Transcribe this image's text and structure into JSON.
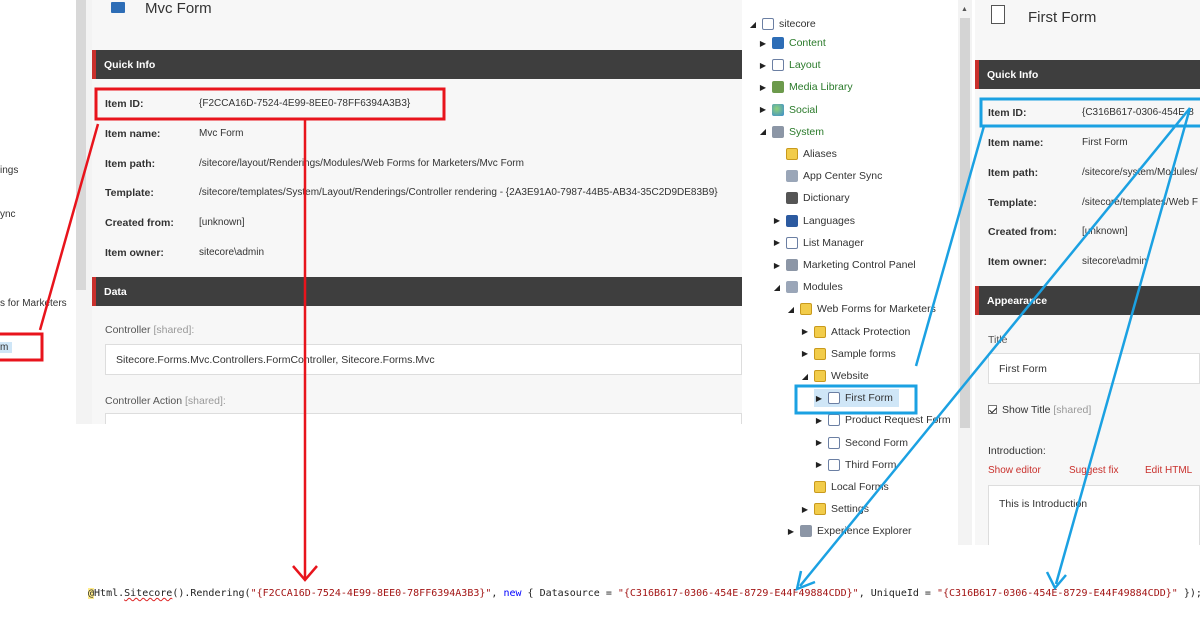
{
  "left_tree_fragments": [
    "ings",
    "ync",
    "s for Marketers",
    "m"
  ],
  "left_panel": {
    "title": "Mvc Form",
    "quick_info_header": "Quick Info",
    "item_id_label": "Item ID:",
    "item_id_value": "{F2CCA16D-7524-4E99-8EE0-78FF6394A3B3}",
    "item_name_label": "Item name:",
    "item_name_value": "Mvc Form",
    "item_path_label": "Item path:",
    "item_path_value": "/sitecore/layout/Renderings/Modules/Web Forms for Marketers/Mvc Form",
    "template_label": "Template:",
    "template_value": "/sitecore/templates/System/Layout/Renderings/Controller rendering - {2A3E91A0-7987-44B5-AB34-35C2D9DE83B9}",
    "created_from_label": "Created from:",
    "created_from_value": "[unknown]",
    "item_owner_label": "Item owner:",
    "item_owner_value": "sitecore\\admin",
    "data_header": "Data",
    "controller_label": "Controller",
    "controller_shared": "[shared]:",
    "controller_value": "Sitecore.Forms.Mvc.Controllers.FormController, Sitecore.Forms.Mvc",
    "controller_action_label": "Controller Action",
    "controller_action_shared": "[shared]:"
  },
  "tree": {
    "root": "sitecore",
    "items": [
      {
        "label": "Content",
        "icon": "content-icon",
        "level": 1,
        "arrow": "▶"
      },
      {
        "label": "Layout",
        "icon": "layout-icon",
        "level": 1,
        "arrow": "▶"
      },
      {
        "label": "Media Library",
        "icon": "media-library-icon",
        "level": 1,
        "arrow": "▶"
      },
      {
        "label": "Social",
        "icon": "social-icon",
        "level": 1,
        "arrow": "▶"
      },
      {
        "label": "System",
        "icon": "system-icon",
        "level": 1,
        "arrow": "◢"
      },
      {
        "label": "Aliases",
        "icon": "folder-icon",
        "level": 2,
        "arrow": ""
      },
      {
        "label": "App Center Sync",
        "icon": "app-center-icon",
        "level": 2,
        "arrow": ""
      },
      {
        "label": "Dictionary",
        "icon": "dictionary-icon",
        "level": 2,
        "arrow": ""
      },
      {
        "label": "Languages",
        "icon": "languages-icon",
        "level": 2,
        "arrow": "▶"
      },
      {
        "label": "List Manager",
        "icon": "page-icon",
        "level": 2,
        "arrow": "▶"
      },
      {
        "label": "Marketing Control Panel",
        "icon": "marketing-icon",
        "level": 2,
        "arrow": "▶"
      },
      {
        "label": "Modules",
        "icon": "modules-icon",
        "level": 2,
        "arrow": "◢"
      },
      {
        "label": "Web Forms for Marketers",
        "icon": "folder-icon",
        "level": 3,
        "arrow": "◢"
      },
      {
        "label": "Attack Protection",
        "icon": "folder-icon",
        "level": 4,
        "arrow": "▶"
      },
      {
        "label": "Sample forms",
        "icon": "folder-icon",
        "level": 4,
        "arrow": "▶"
      },
      {
        "label": "Website",
        "icon": "folder-icon",
        "level": 4,
        "arrow": "◢"
      },
      {
        "label": "First Form",
        "icon": "form-icon",
        "level": 5,
        "arrow": "▶",
        "selected": true
      },
      {
        "label": "Product Request Form",
        "icon": "form-icon",
        "level": 5,
        "arrow": "▶"
      },
      {
        "label": "Second Form",
        "icon": "form-icon",
        "level": 5,
        "arrow": "▶"
      },
      {
        "label": "Third Form",
        "icon": "form-icon",
        "level": 5,
        "arrow": "▶"
      },
      {
        "label": "Local Forms",
        "icon": "folder-icon",
        "level": 4,
        "arrow": ""
      },
      {
        "label": "Settings",
        "icon": "folder-icon",
        "level": 4,
        "arrow": "▶"
      },
      {
        "label": "Experience Explorer",
        "icon": "experience-explorer-icon",
        "level": 3,
        "arrow": "▶"
      }
    ]
  },
  "right_panel": {
    "title": "First Form",
    "quick_info_header": "Quick Info",
    "item_id_label": "Item ID:",
    "item_id_value": "{C316B617-0306-454E-8",
    "item_name_label": "Item name:",
    "item_name_value": "First Form",
    "item_path_label": "Item path:",
    "item_path_value": "/sitecore/system/Modules/",
    "template_label": "Template:",
    "template_value": "/sitecore/templates/Web F",
    "created_from_label": "Created from:",
    "created_from_value": "[unknown]",
    "item_owner_label": "Item owner:",
    "item_owner_value": "sitecore\\admin",
    "appearance_header": "Appearance",
    "title_label": "Title",
    "title_value": "First Form",
    "show_title_label": "Show Title",
    "show_title_shared": "[shared]",
    "introduction_label": "Introduction:",
    "show_editor": "Show editor",
    "suggest_fix": "Suggest fix",
    "edit_html": "Edit HTML",
    "introduction_value": "This is Introduction"
  },
  "code": {
    "prefix_at": "@",
    "html": "Html.",
    "sitecore": "Sitecore",
    "call": "().Rendering(",
    "rendering_id": "\"{F2CCA16D-7524-4E99-8EE0-78FF6394A3B3}\"",
    "sep1": ", ",
    "new_kw": "new",
    "mid1": " { Datasource = ",
    "datasource": "\"{C316B617-0306-454E-8729-E44F49884CDD}\"",
    "mid2": ", UniqueId = ",
    "unique_id": "\"{C316B617-0306-454E-8729-E44F49884CDD}\"",
    "suffix": " });"
  },
  "colors": {
    "red_annotation": "#e8141c",
    "blue_annotation": "#1ba1e2",
    "section_bar": "#3e3e3e",
    "section_accent": "#c9302c"
  }
}
